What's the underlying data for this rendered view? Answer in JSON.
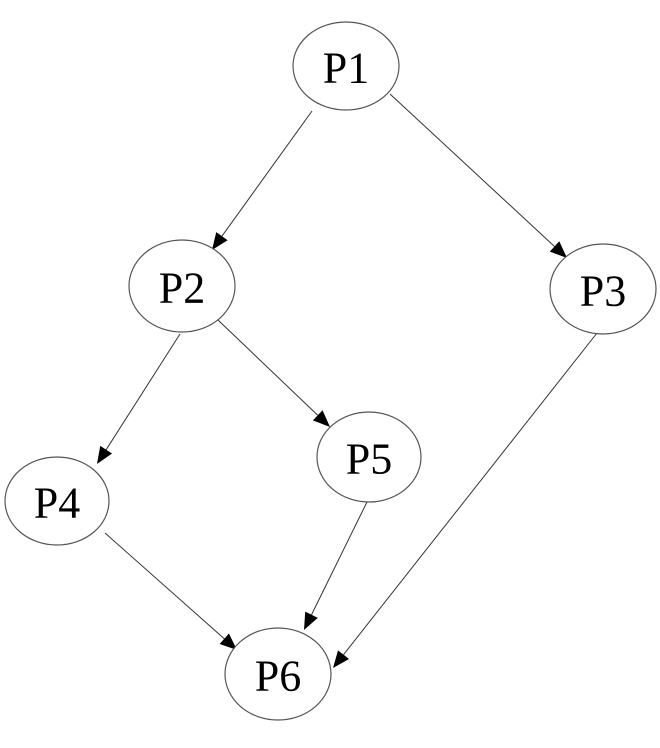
{
  "nodes": [
    {
      "id": "P1",
      "label": "P1"
    },
    {
      "id": "P2",
      "label": "P2"
    },
    {
      "id": "P3",
      "label": "P3"
    },
    {
      "id": "P4",
      "label": "P4"
    },
    {
      "id": "P5",
      "label": "P5"
    },
    {
      "id": "P6",
      "label": "P6"
    }
  ],
  "edges": [
    {
      "from": "P1",
      "to": "P2"
    },
    {
      "from": "P1",
      "to": "P3"
    },
    {
      "from": "P2",
      "to": "P4"
    },
    {
      "from": "P2",
      "to": "P5"
    },
    {
      "from": "P3",
      "to": "P6"
    },
    {
      "from": "P4",
      "to": "P6"
    },
    {
      "from": "P5",
      "to": "P6"
    }
  ],
  "colors": {
    "node_fill": "#ffffff",
    "node_stroke": "#555555",
    "edge": "#333333",
    "arrowhead": "#000000",
    "text": "#000000"
  }
}
